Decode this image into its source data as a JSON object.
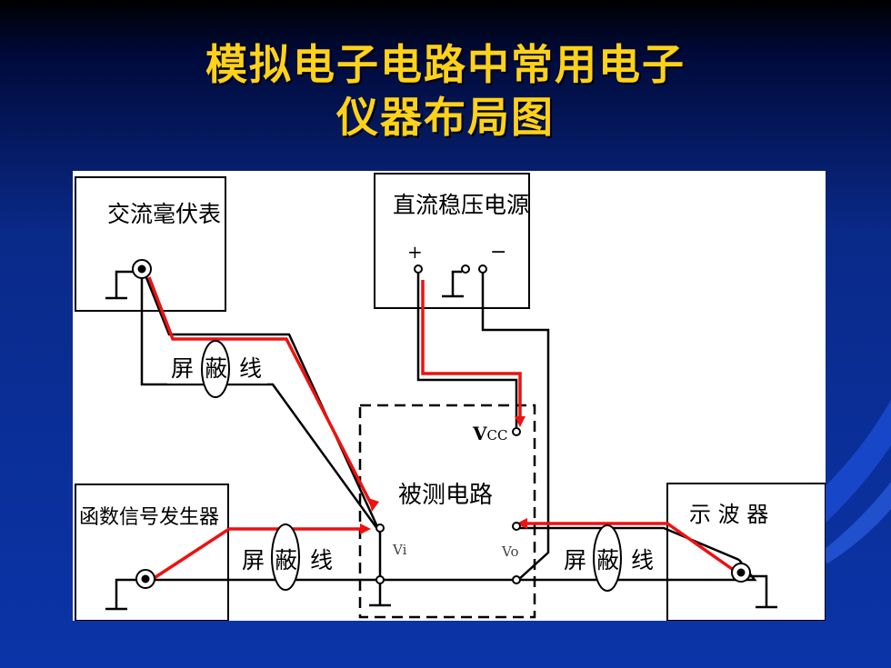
{
  "slide": {
    "title_line1": "模拟电子电路中常用电子",
    "title_line2": "仪器布局图"
  },
  "diagram": {
    "ac_millivoltmeter": "交流毫伏表",
    "dc_power_supply": "直流稳压电源",
    "plus_sign": "+",
    "minus_sign": "−",
    "function_generator": "函数信号发生器",
    "oscilloscope": "示 波 器",
    "circuit_under_test": "被测电路",
    "vcc_main": "V",
    "vcc_sub": "CC",
    "vi_label": "Vi",
    "vo_label": "Vo",
    "shield_top": [
      "屏",
      "蔽",
      "线"
    ],
    "shield_left": [
      "屏",
      "蔽",
      "线"
    ],
    "shield_right": [
      "屏",
      "蔽",
      "线"
    ]
  },
  "colors": {
    "title": "#ffd21a",
    "signal_line": "#ee1111",
    "wire": "#000000",
    "panel": "#ffffff"
  }
}
